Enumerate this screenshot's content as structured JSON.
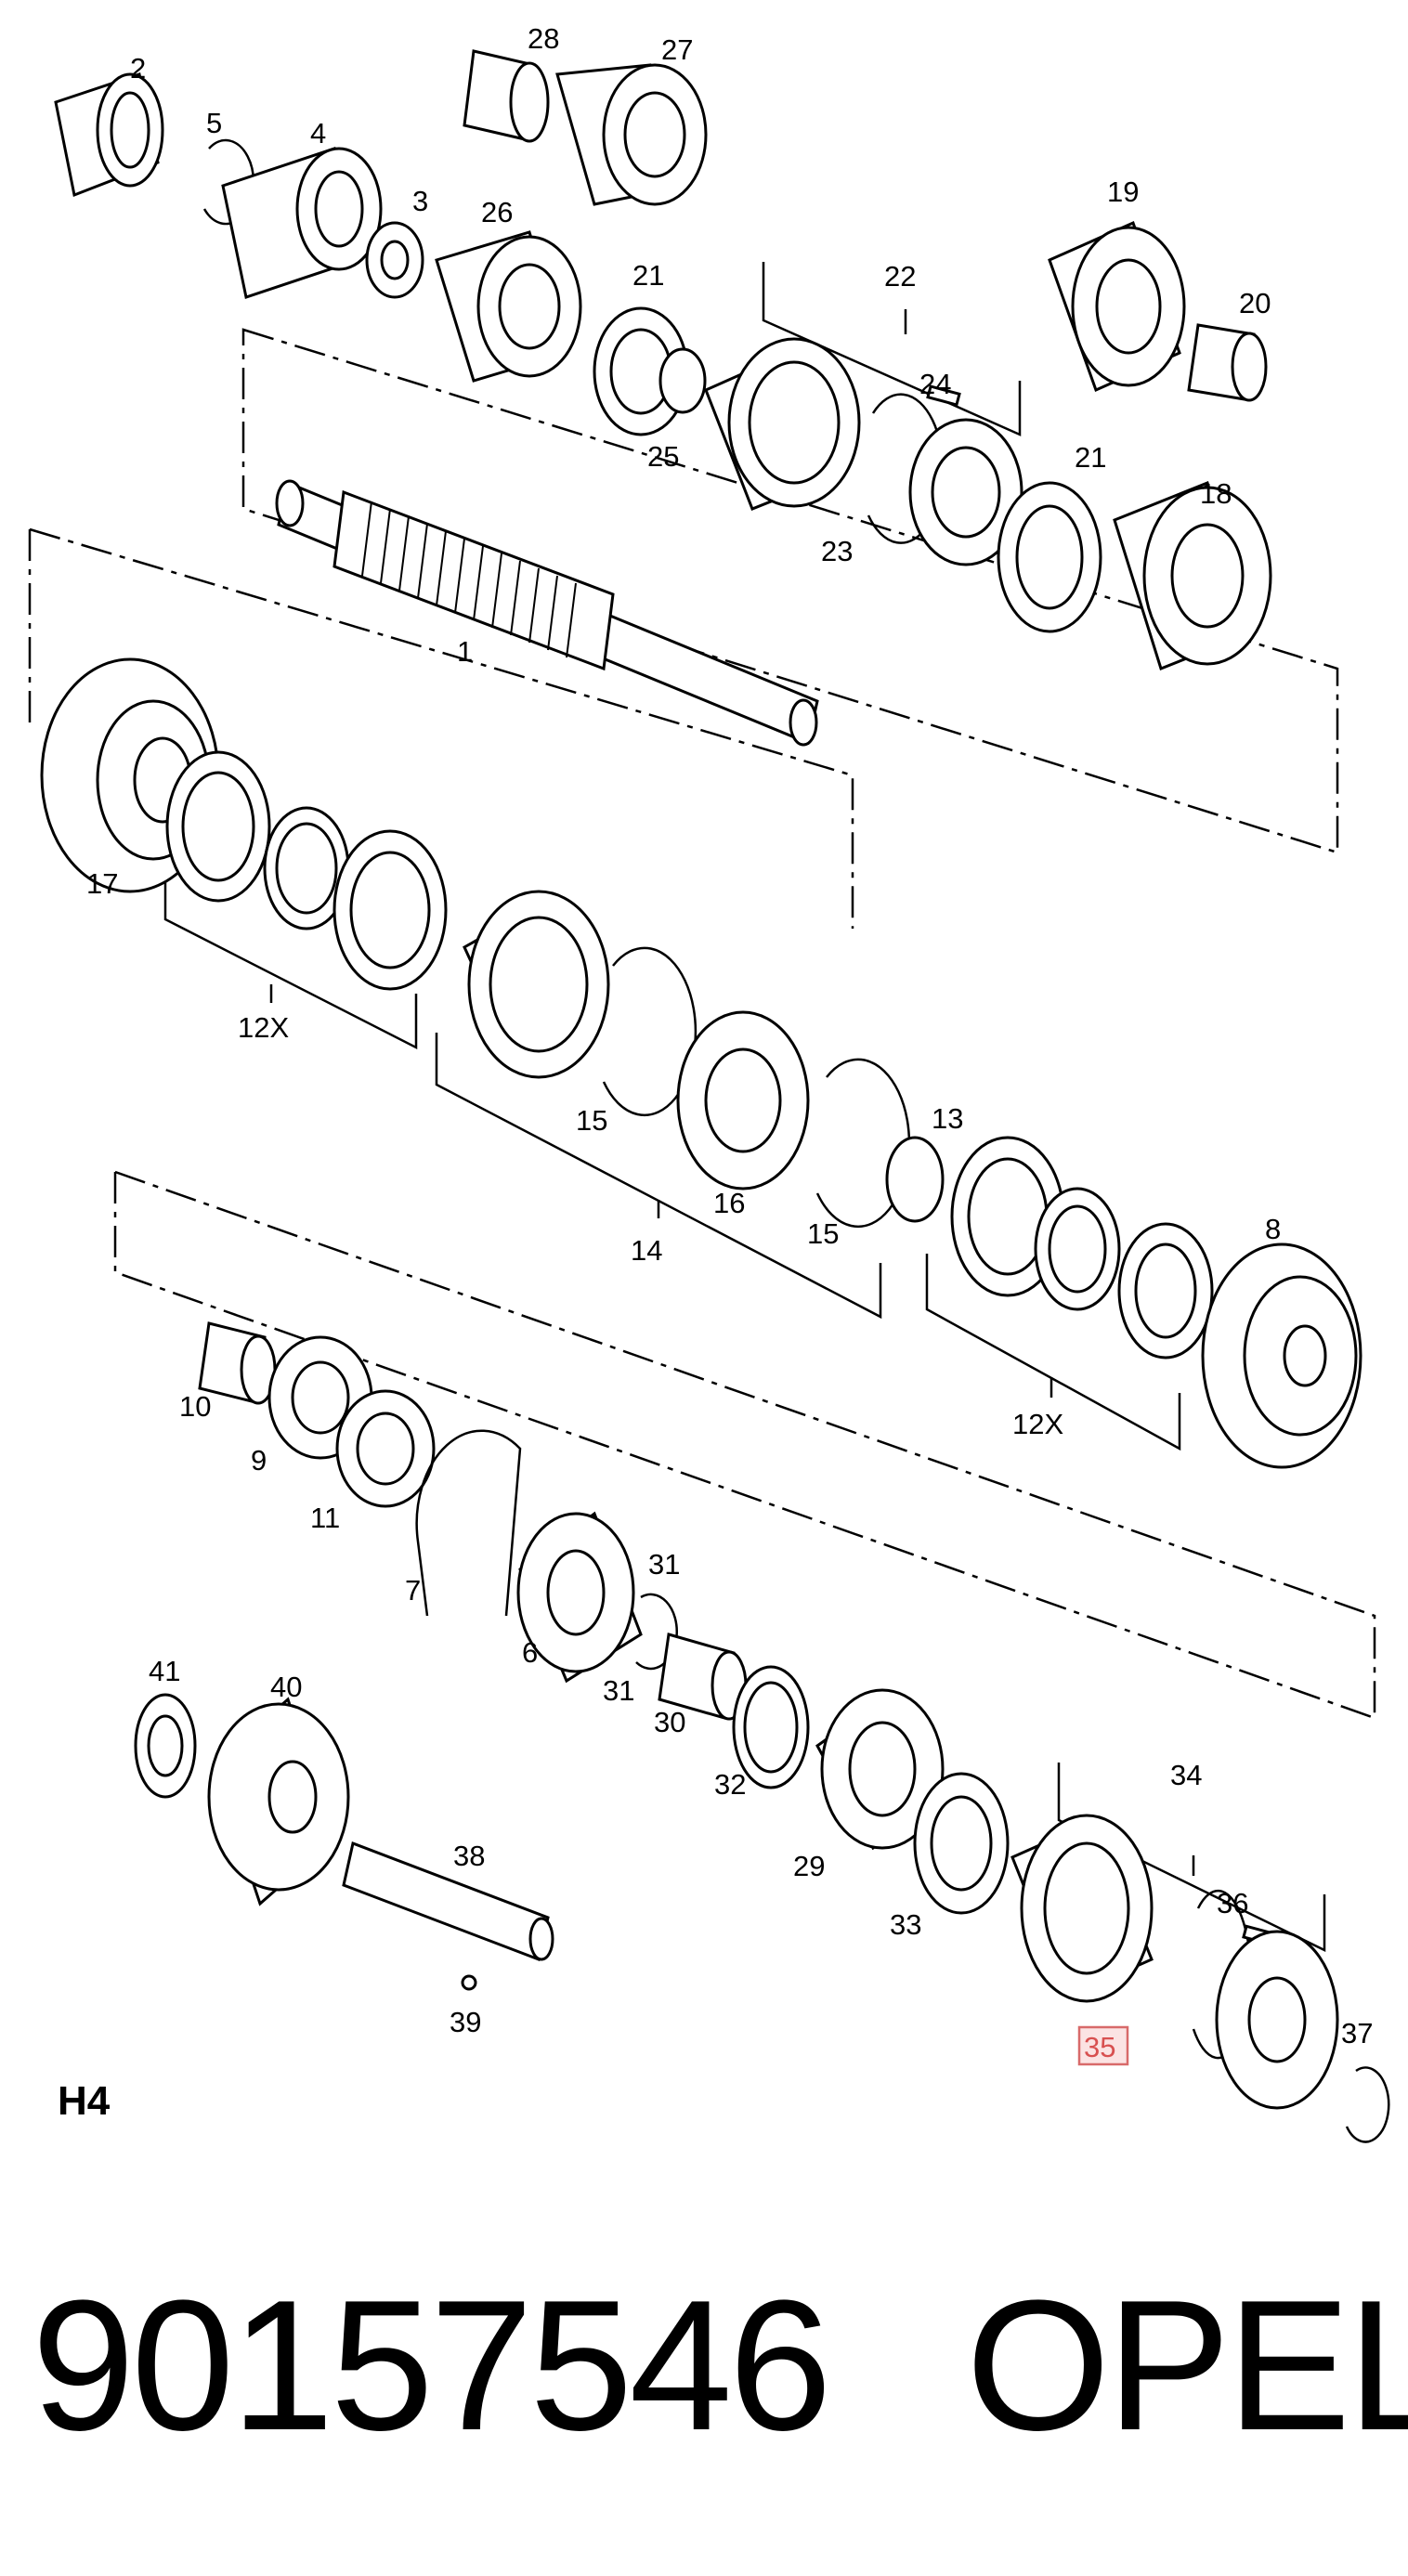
{
  "section_label": "H4",
  "part_number": "90157546",
  "brand": "OPEL",
  "highlighted_callout": "35",
  "highlight_color": "#d86a6a",
  "callouts": [
    "1",
    "2",
    "3",
    "4",
    "5",
    "6",
    "7",
    "8",
    "9",
    "10",
    "11",
    "12X",
    "12X",
    "13",
    "14",
    "15",
    "15",
    "16",
    "17",
    "18",
    "19",
    "20",
    "21",
    "21",
    "22",
    "23",
    "24",
    "25",
    "26",
    "27",
    "28",
    "29",
    "30",
    "31",
    "31",
    "32",
    "33",
    "34",
    "35",
    "36",
    "37",
    "38",
    "39",
    "40",
    "41"
  ]
}
